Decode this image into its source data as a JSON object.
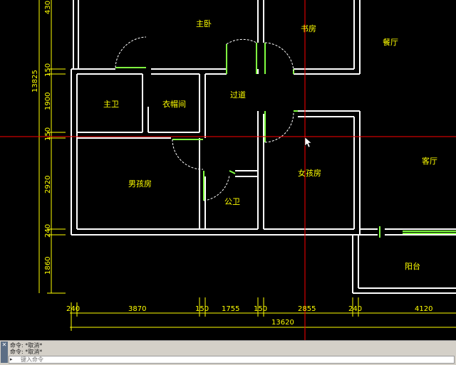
{
  "rooms": {
    "master_bedroom": "主卧",
    "study": "书房",
    "dining": "餐厅",
    "master_bath": "主卫",
    "cloakroom": "衣帽间",
    "corridor": "过道",
    "boys_room": "男孩房",
    "girls_room": "女孩房",
    "living": "客厅",
    "public_bath": "公卫",
    "balcony": "阳台"
  },
  "dims_left": {
    "d1": "430",
    "d2": "150",
    "d3": "1900",
    "d4": "150",
    "d5": "2920",
    "d6": "240",
    "d7": "1860",
    "total": "13825"
  },
  "dims_bottom": {
    "d1": "240",
    "d2": "3870",
    "d3": "150",
    "d4": "1755",
    "d5": "150",
    "d6": "2855",
    "d7": "240",
    "d8": "4120",
    "total": "13620"
  },
  "command": {
    "history": [
      "命令: *取消*",
      "命令: *取消*"
    ],
    "placeholder": "键入命令"
  },
  "colors": {
    "background": "#000000",
    "wall": "#ffffff",
    "dimension": "#ffff00",
    "door": "#80ff40",
    "crosshair": "#ff0000"
  }
}
